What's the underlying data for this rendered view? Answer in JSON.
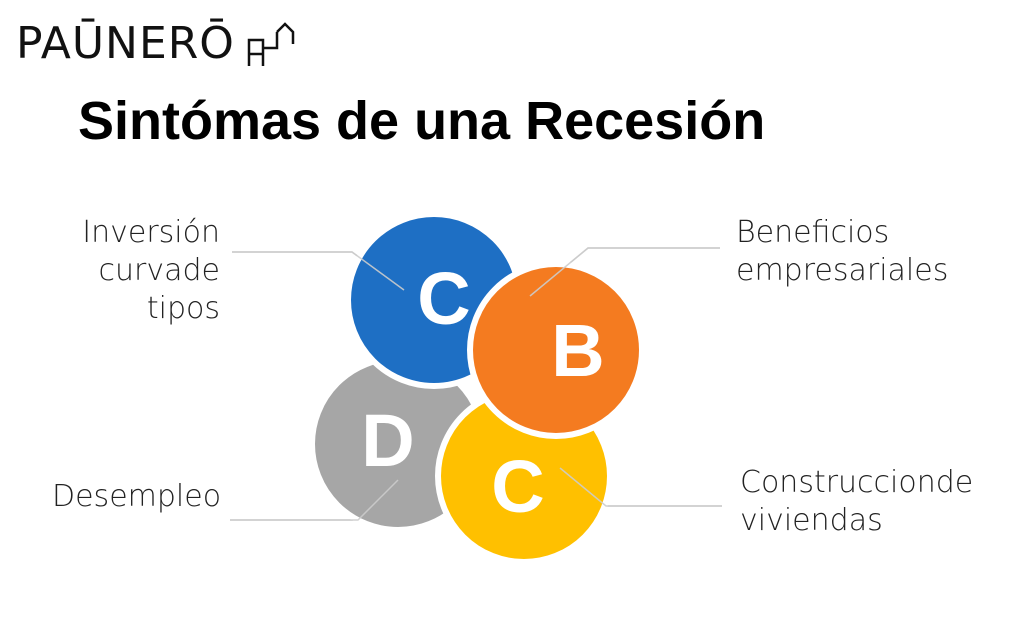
{
  "brand": {
    "name": "PAŪNERŌ",
    "icon": "building-chart-icon"
  },
  "title": "Sintómas de una Recesión",
  "diagram": {
    "segments": [
      {
        "id": "top-left",
        "letter": "C",
        "color": "#1E6FC4",
        "label_lines": [
          "Inversión",
          "curvade",
          "tipos"
        ]
      },
      {
        "id": "top-right",
        "letter": "B",
        "color": "#F47B20",
        "label_lines": [
          "Beneficios",
          "empresariales"
        ]
      },
      {
        "id": "bottom-left",
        "letter": "D",
        "color": "#A6A6A6",
        "label_lines": [
          "Desempleo"
        ]
      },
      {
        "id": "bottom-right",
        "letter": "C",
        "color": "#FFC000",
        "label_lines": [
          "Construccionde",
          "viviendas"
        ]
      }
    ],
    "connector_color": "#CCCCCC"
  }
}
